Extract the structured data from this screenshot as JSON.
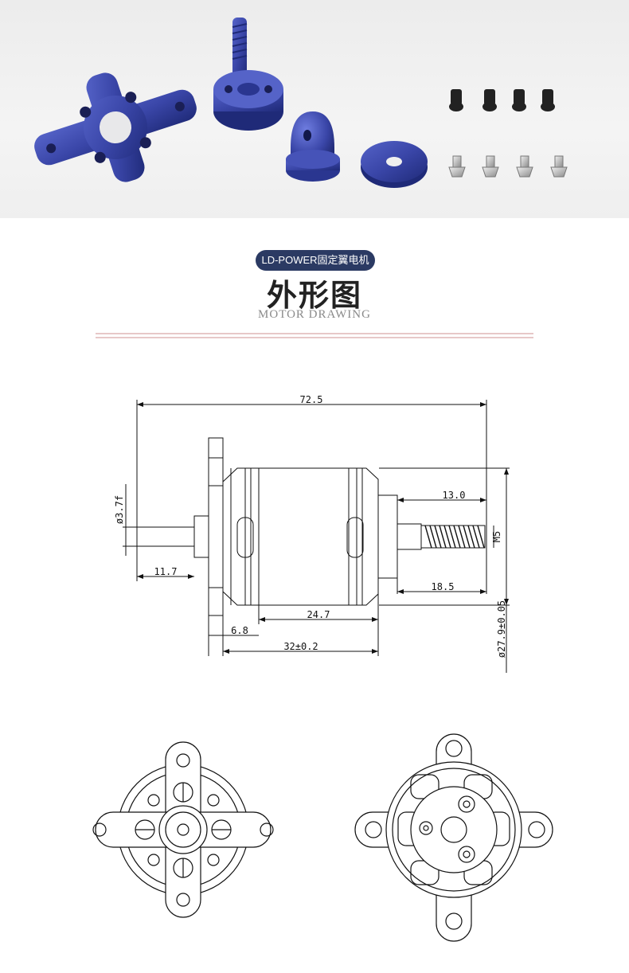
{
  "header": {
    "badge": "LD-POWER固定翼电机",
    "title_cn": "外形图",
    "title_en": "MOTOR DRAWING"
  },
  "colors": {
    "part_blue": "#3a46a8",
    "part_blue_dark": "#1f2a78",
    "badge_bg": "#2b3a63",
    "line": "#111111"
  },
  "photo": {
    "parts": [
      "x-mount",
      "prop-adapter-base",
      "spinner-nut",
      "washer",
      "socket-screws",
      "countersunk-screws"
    ]
  },
  "dimensions": {
    "overall_length": "72.5",
    "shaft_dia": "ø3.7f",
    "thread_len": "13.0",
    "thread_size": "M5",
    "shaft_tail": "11.7",
    "shaft_front": "18.5",
    "can_len": "24.7",
    "mount_thk": "6.8",
    "body_len": "32±0.2",
    "body_dia": "ø27.9±0.05"
  }
}
